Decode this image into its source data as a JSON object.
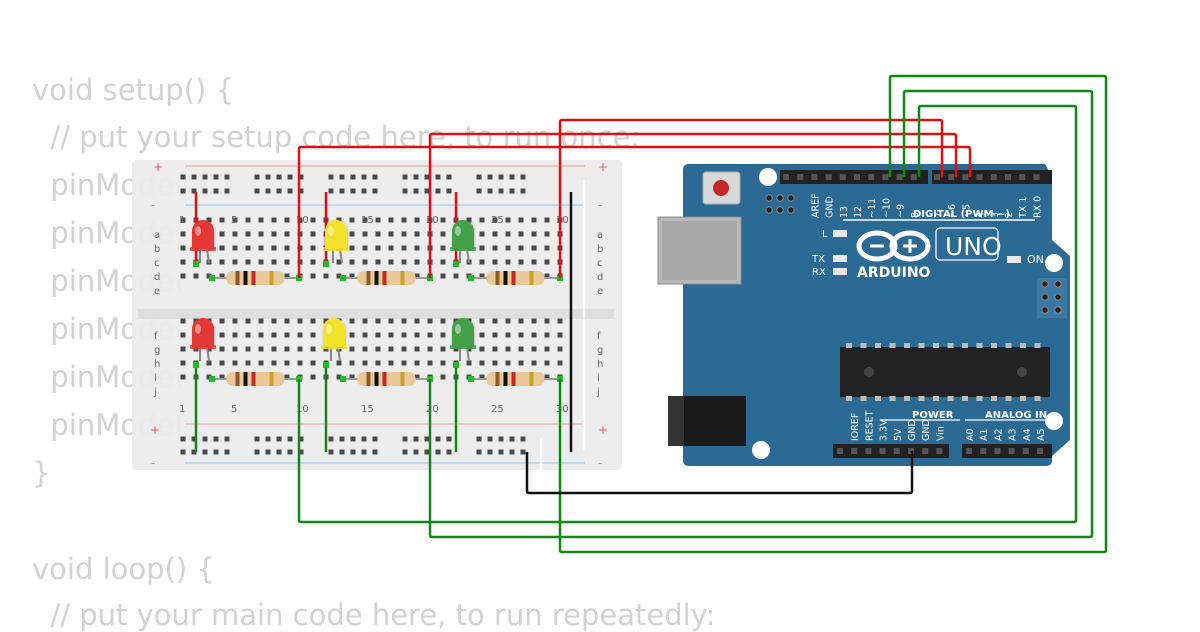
{
  "code": {
    "lines": [
      "void setup() {",
      "  // put your setup code here, to run once:",
      "  pinMode(",
      "  pinMode(",
      "  pinMode(",
      "  pinMode(",
      "  pinMode(",
      "  pinMode(",
      "}",
      "",
      "void loop() {",
      "  // put your main code here, to run repeatedly:"
    ]
  },
  "breadboard": {
    "column_labels": [
      "1",
      "5",
      "10",
      "15",
      "20",
      "25",
      "30"
    ],
    "row_labels_top": [
      "a",
      "b",
      "c",
      "d",
      "e"
    ],
    "row_labels_bottom": [
      "f",
      "g",
      "h",
      "i",
      "j"
    ],
    "rail_plus": "+",
    "rail_minus": "-"
  },
  "leds": [
    {
      "color": "red",
      "hex": "#e53935"
    },
    {
      "color": "yellow",
      "hex": "#f2e22c"
    },
    {
      "color": "green",
      "hex": "#43a047"
    },
    {
      "color": "red",
      "hex": "#e53935"
    },
    {
      "color": "yellow",
      "hex": "#f2e22c"
    },
    {
      "color": "green",
      "hex": "#43a047"
    }
  ],
  "arduino": {
    "brand": "ARDUINO",
    "model": "UNO",
    "on_label": "ON",
    "digital_label": "DIGITAL (PWM ~)",
    "power_label": "POWER",
    "analog_label": "ANALOG IN",
    "l_label": "L",
    "tx_label": "TX",
    "rx_label": "RX",
    "digital_pins": [
      "AREF",
      "GND",
      "13",
      "12",
      "~11",
      "~10",
      "~9",
      "8",
      "7",
      "~6",
      "~5",
      "4",
      "3",
      "2",
      "TX 1",
      "RX 0"
    ],
    "power_pins": [
      "IOREF",
      "RESET",
      "3.3V",
      "5V",
      "GND",
      "GND",
      "Vin"
    ],
    "analog_pins": [
      "A0",
      "A1",
      "A2",
      "A3",
      "A4",
      "A5"
    ]
  },
  "colors": {
    "board": "#2c6a96",
    "wire_red": "#dd1111",
    "wire_green": "#118811",
    "wire_black": "#111111",
    "breadboard": "#ececec"
  }
}
